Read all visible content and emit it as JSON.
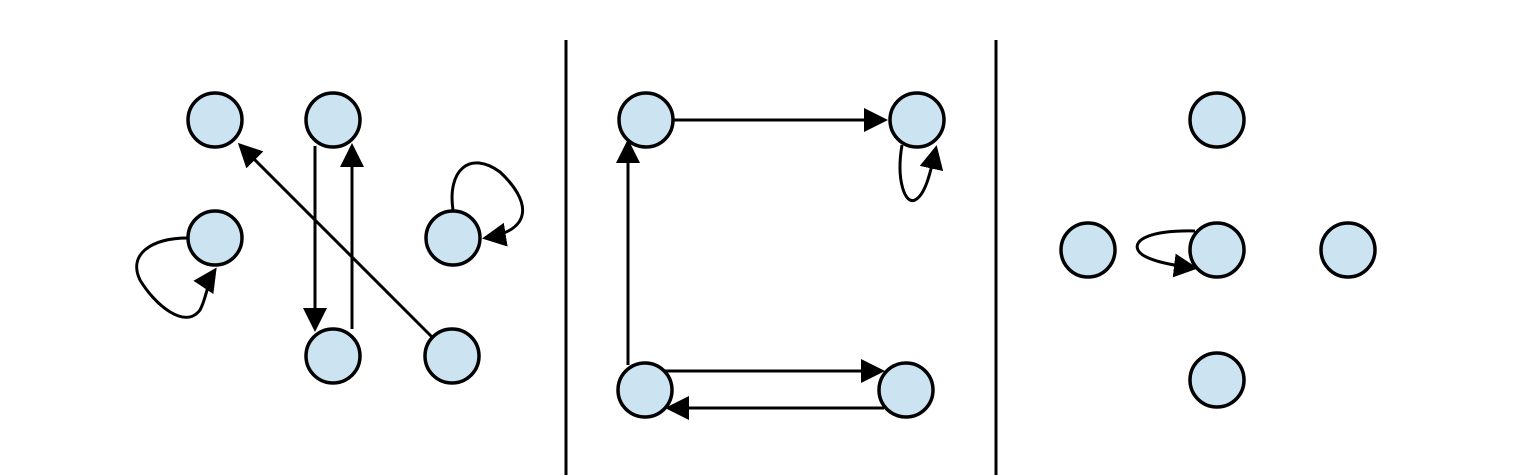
{
  "colors": {
    "node_fill": "#cce3f2",
    "stroke": "#000000",
    "background": "#ffffff"
  },
  "panels": [
    {
      "id": "panel-1",
      "nodes": [
        "n1",
        "n2",
        "n3",
        "n4",
        "n5",
        "n6"
      ],
      "edges": [
        {
          "id": "e1",
          "from": "n2",
          "to": "n5"
        },
        {
          "id": "e2",
          "from": "n5",
          "to": "n2"
        },
        {
          "id": "e3",
          "from": "n6",
          "to": "n1"
        },
        {
          "id": "e4",
          "from": "n3",
          "to": "n3",
          "kind": "self-loop"
        },
        {
          "id": "e5",
          "from": "n4",
          "to": "n4",
          "kind": "self-loop"
        }
      ]
    },
    {
      "id": "panel-2",
      "nodes": [
        "m1",
        "m2",
        "m3",
        "m4"
      ],
      "edges": [
        {
          "id": "f1",
          "from": "m1",
          "to": "m2"
        },
        {
          "id": "f2",
          "from": "m3",
          "to": "m1"
        },
        {
          "id": "f3",
          "from": "m3",
          "to": "m4"
        },
        {
          "id": "f4",
          "from": "m4",
          "to": "m3"
        },
        {
          "id": "f5",
          "from": "m2",
          "to": "m2",
          "kind": "self-loop"
        }
      ]
    },
    {
      "id": "panel-3",
      "nodes": [
        "k1",
        "k2",
        "k3",
        "k4",
        "k5"
      ],
      "edges": [
        {
          "id": "g1",
          "from": "k3",
          "to": "k3",
          "kind": "self-loop"
        }
      ]
    }
  ]
}
